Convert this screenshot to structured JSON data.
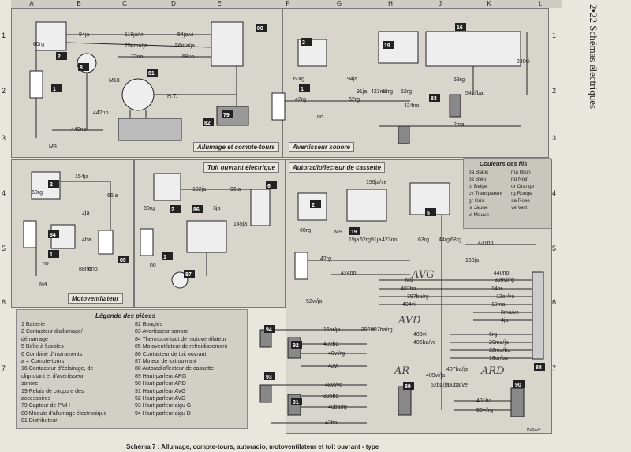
{
  "header": {
    "cols": [
      "A",
      "B",
      "C",
      "D",
      "E",
      "F",
      "G",
      "H",
      "J",
      "K",
      "L"
    ],
    "rows": [
      "1",
      "2",
      "3",
      "4",
      "5",
      "6",
      "7"
    ]
  },
  "side_title": "2•22  Schémas électriques",
  "panels": {
    "allumage": "Allumage et compte-tours",
    "avertisseur": "Avertisseur sonore",
    "toit": "Toit ouvrant électrique",
    "autoradio": "Autoradio/lecteur de cassette",
    "motoventilateur": "Motoventilateur"
  },
  "component_numbers": [
    "80",
    "81",
    "82",
    "79",
    "8",
    "2",
    "1",
    "19",
    "16",
    "83",
    "2",
    "1",
    "2",
    "84",
    "85",
    "1",
    "6",
    "2",
    "86",
    "87",
    "1",
    "2",
    "19",
    "5",
    "88",
    "89",
    "90",
    "93",
    "94",
    "92",
    "91"
  ],
  "wire_labels": {
    "allumage": [
      "94ja",
      "118ja/vi",
      "54ja/vi",
      "254ma/ja",
      "56ma/ja",
      "72no",
      "58no",
      "60rg",
      "442no",
      "440no",
      "M18",
      "M9",
      "H.T."
    ],
    "avertisseur": [
      "60rg",
      "94ja",
      "42rg",
      "62rg",
      "91ja",
      "423no",
      "63rg",
      "52rg",
      "53rg",
      "230vi",
      "424no",
      "2ma",
      "54vi/ba",
      "no"
    ],
    "moto": [
      "154ja",
      "66ja",
      "60rg",
      "2ja",
      "4ba",
      "88no",
      "6no",
      "M4",
      "no"
    ],
    "toit": [
      "102ja",
      "96ja",
      "3ja",
      "60rg",
      "145ja",
      "no"
    ],
    "radio": [
      "156ja/ve",
      "60rg",
      "42rg",
      "424no",
      "M9",
      "19ja",
      "62rg",
      "91ja",
      "423no",
      "63rg",
      "44rg",
      "68rg",
      "160ja",
      "431no",
      "440no",
      "M9",
      "402ba",
      "397ba/rg",
      "404vi",
      "399vi/rg",
      "14or",
      "12or/ve",
      "10ma",
      "8ma/ve",
      "4ja",
      "6rg",
      "20ma/ja",
      "22ma/ba",
      "18or/ba",
      "16or/ja",
      "398vi",
      "397ba/rg",
      "402ba",
      "40vi/rg",
      "42vi",
      "403vi",
      "406ba/ve",
      "407ba/ja",
      "409vi/ja",
      "52ba/ja",
      "50ba/ve",
      "48vi/ve",
      "396ba",
      "40ba/rg",
      "42ba",
      "401ba",
      "50vi/rg",
      "52vi/ja",
      "no"
    ]
  },
  "handwritten": [
    "AVG",
    "AVD",
    "AR",
    "ARD"
  ],
  "legend": {
    "title": "Légende des pièces",
    "left": [
      "1   Batterie",
      "2   Contacteur d'allumage/",
      "     démarrage",
      "5   Boîte à fusibles",
      "6   Combiné d'instruments",
      "     a = Compte-tours",
      "16  Contacteur d'éclairage, de",
      "     clignotant et d'avertisseur",
      "     sonore",
      "19  Relais de coupure des",
      "     accessoires",
      "79  Capteur de PMH",
      "80  Module d'allumage électronique",
      "81  Distributeur"
    ],
    "right": [
      "82  Bougies",
      "83  Avertisseur sonore",
      "84  Thermocontact de motoventilateur",
      "85  Motoventilateur de refroidissement",
      "86  Contacteur de toit ouvrant",
      "87  Moteur de toit ouvrant",
      "88  Autoradio/lecteur de cassette",
      "89  Haut-parleur ARG",
      "90  Haut-parleur ARD",
      "91  Haut-parleur AVG",
      "92  Haut-parleur AVD",
      "93  Haut-parleur aigu G",
      "94  Haut-parleur aigu D"
    ]
  },
  "wire_colors": {
    "title": "Couleurs des fils",
    "left": [
      "ba  Blanc",
      "be  Bleu",
      "bj  Beige",
      "cy  Transparent",
      "gr  Gris",
      "ja  Jaune",
      "vi  Mauve"
    ],
    "right": [
      "ma  Brun",
      "no  Noir",
      "or  Orange",
      "rg  Rouge",
      "sa  Rose",
      "ve  Vert"
    ]
  },
  "footer": "Schéma 7 : Allumage, compte-tours, autoradio, motoventilateur et toit ouvrant - type",
  "stamp": "H28224"
}
